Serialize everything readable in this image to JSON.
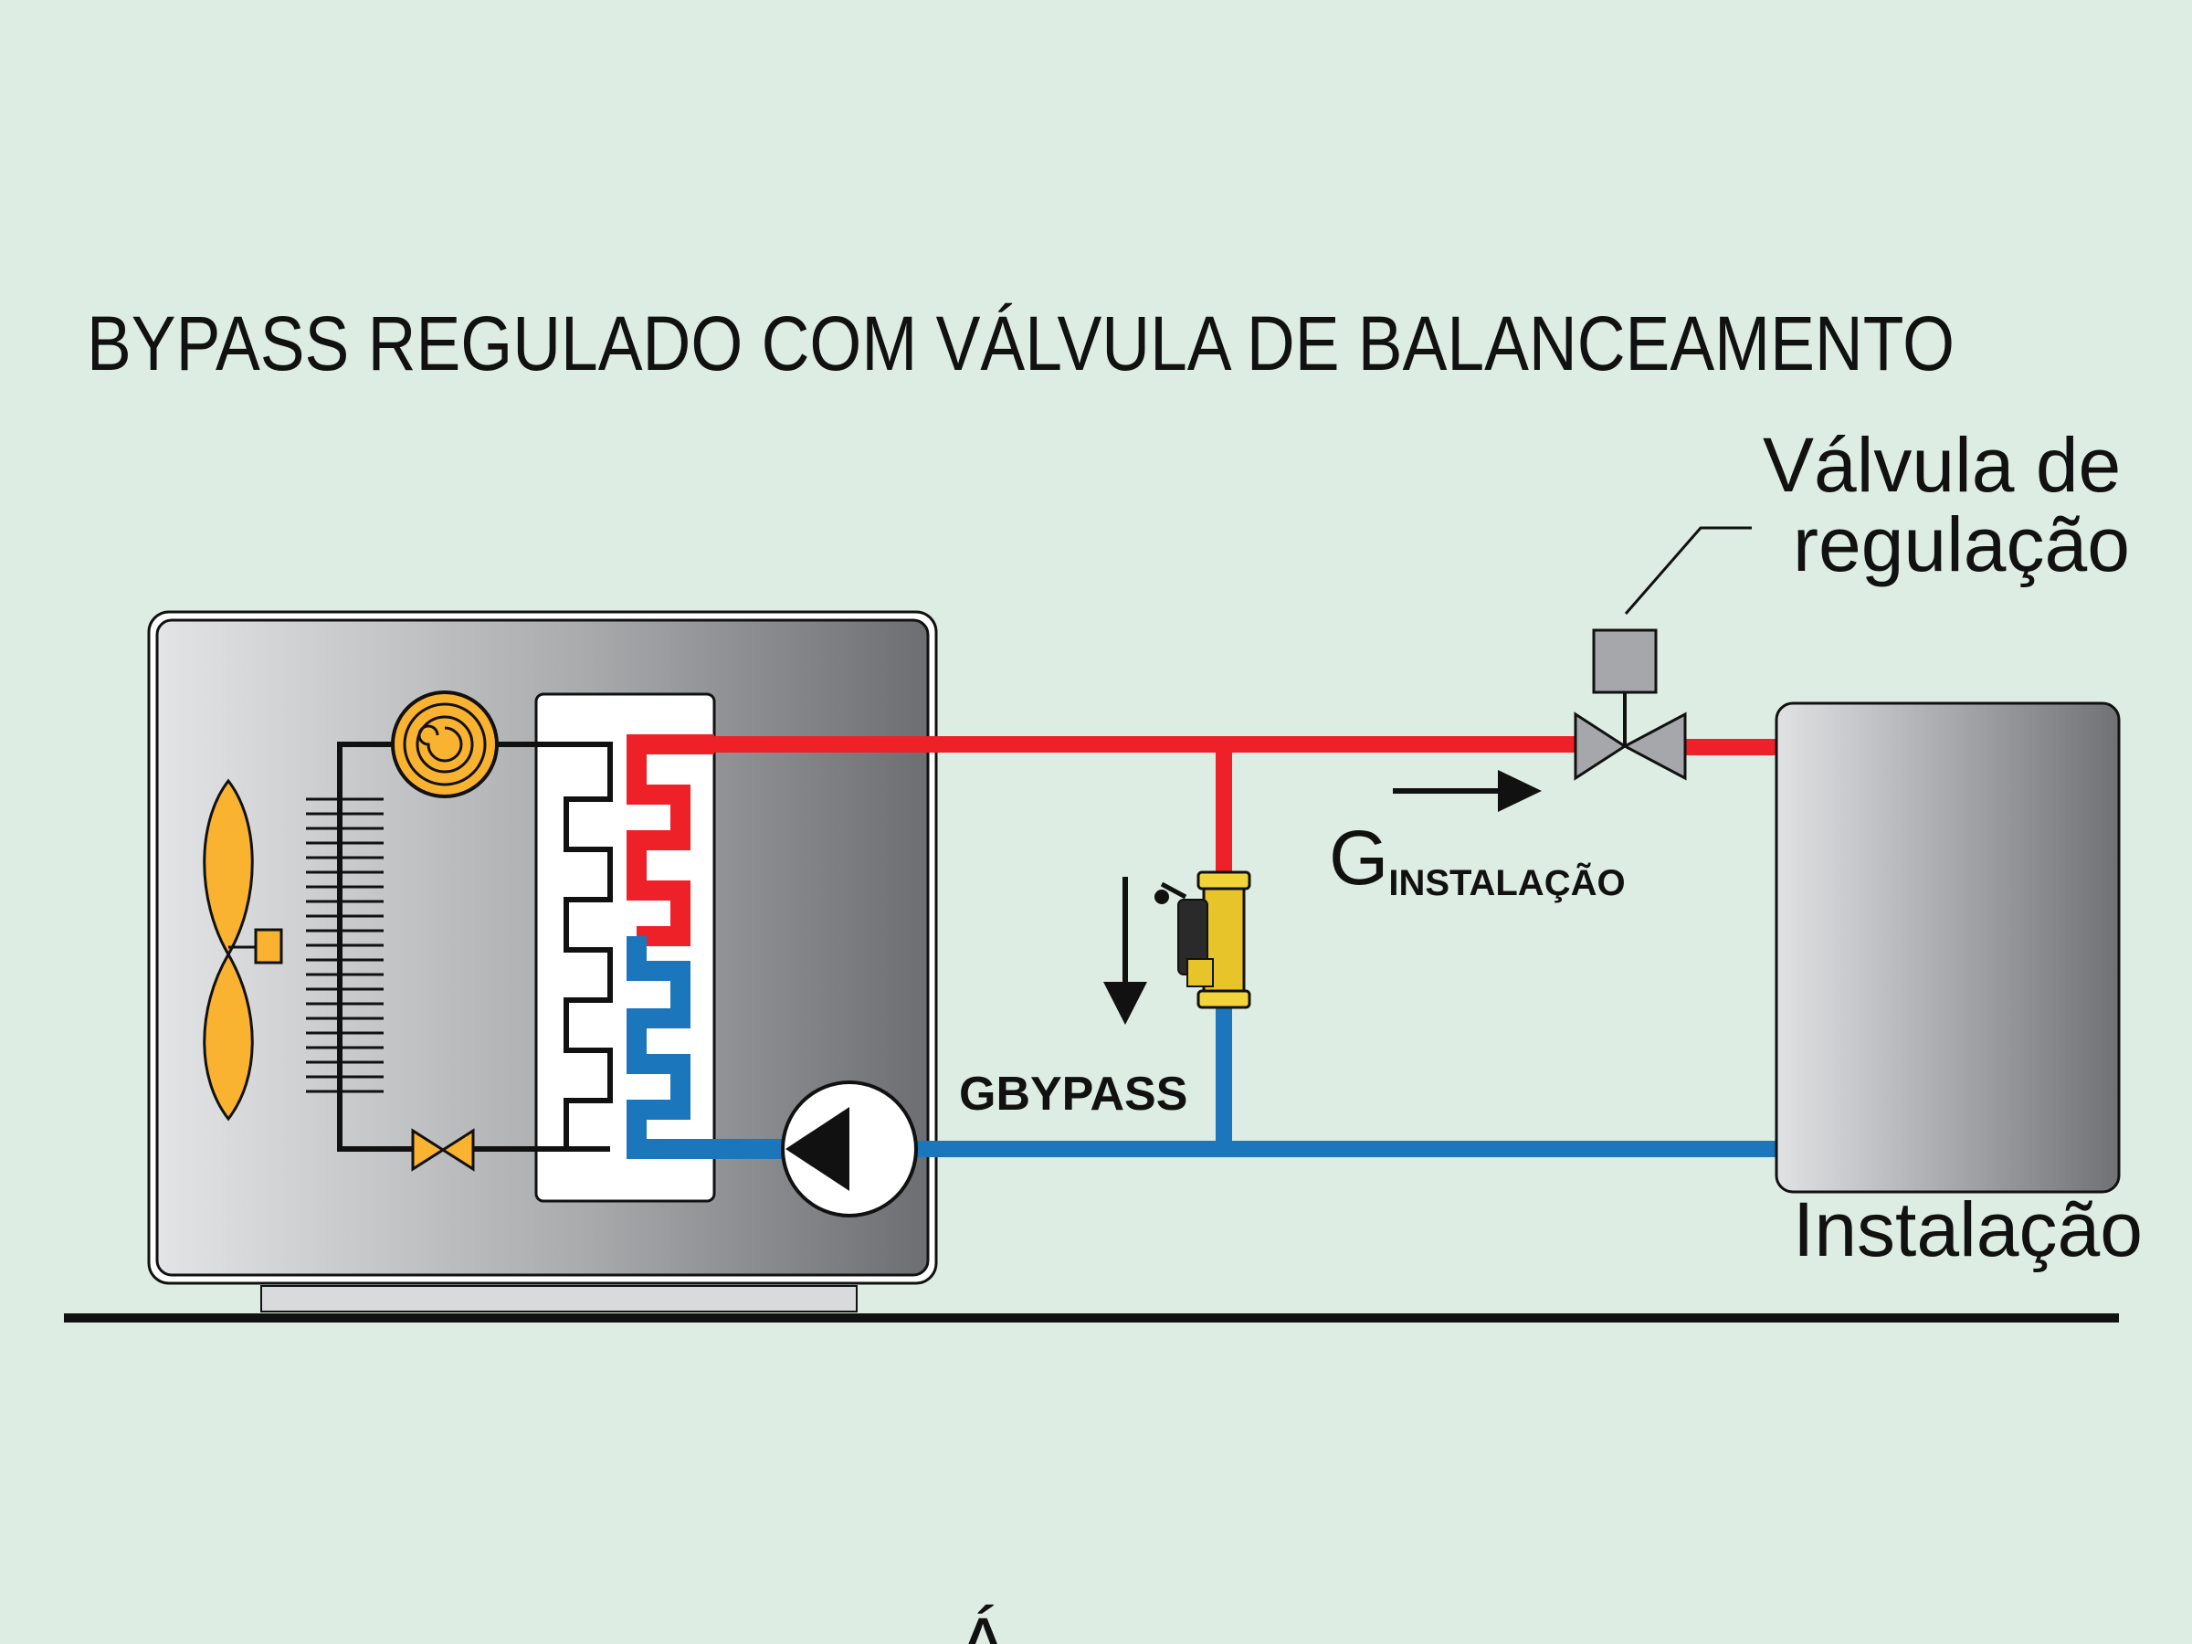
{
  "title": "BYPASS REGULADO COM VÁLVULA DE BALANCEAMENTO",
  "labels": {
    "regulation_valve_line1": "Válvula de",
    "regulation_valve_line2": "regulação",
    "flow_main_letter": "G",
    "flow_main_sub": "INSTALAÇÃO",
    "flow_bypass": "GBYPASS",
    "installation": "Instalação",
    "bottom_partial": "Á"
  },
  "colors": {
    "background": "#ddede3",
    "hot_pipe": "#ee2028",
    "cold_pipe": "#1b76bc",
    "accent_yellow": "#f9b330",
    "unit_gray": "#9a9c9f"
  },
  "icons": [
    "fan-icon",
    "compressor-icon",
    "expansion-valve-icon",
    "pump-icon",
    "three-way-valve-icon",
    "balancing-valve-icon",
    "arrow-right-icon",
    "arrow-down-icon"
  ]
}
